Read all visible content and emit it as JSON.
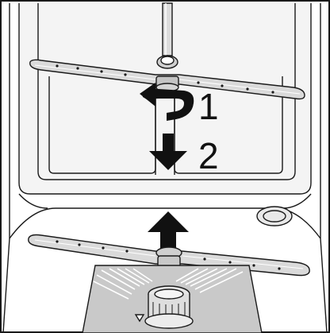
{
  "diagram": {
    "steps": [
      {
        "number": "1",
        "action": "rotate"
      },
      {
        "number": "2",
        "action": "pull-down"
      },
      {
        "number": "",
        "action": "push-up"
      }
    ]
  },
  "colors": {
    "line": "#1a1a1a",
    "cabinet_fill": "#f2f2f2",
    "panel_fill": "#e8e8e8",
    "arm_fill": "#d9d9d9",
    "arrow_fill": "#111111",
    "sump_fill": "#c8c8c8"
  },
  "icons": [
    "rotate-arrow-icon",
    "down-arrow-icon",
    "up-arrow-icon"
  ]
}
